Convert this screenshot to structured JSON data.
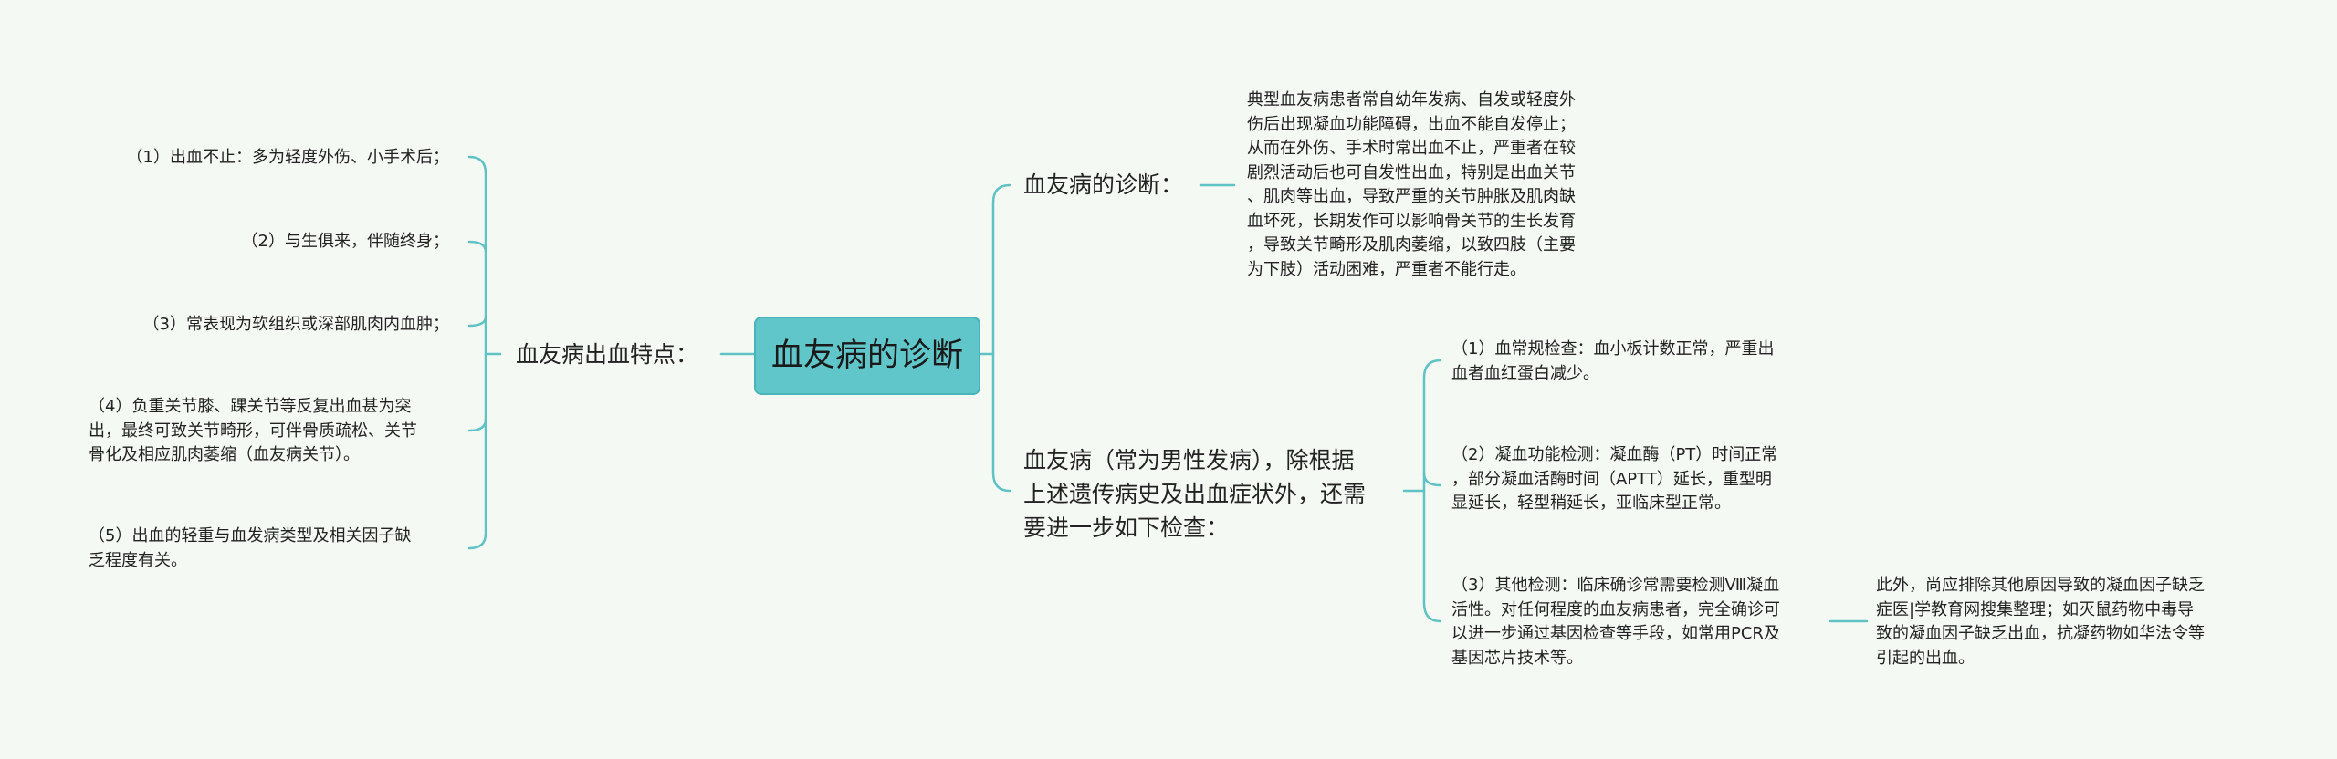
{
  "root": {
    "label": "血友病的诊断"
  },
  "left_branch": {
    "label": "血友病出血特点：",
    "items": [
      {
        "text": "（1）出血不止：多为轻度外伤、小手术后；"
      },
      {
        "text": "（2）与生俱来，伴随终身；"
      },
      {
        "text": "（3）常表现为软组织或深部肌肉内血肿；"
      },
      {
        "text": "（4）负重关节膝、踝关节等反复出血甚为突\n出，最终可致关节畸形，可伴骨质疏松、关节\n骨化及相应肌肉萎缩（血友病关节）。"
      },
      {
        "text": "（5）出血的轻重与血发病类型及相关因子缺\n乏程度有关。"
      }
    ]
  },
  "right_top_branch": {
    "label": "血友病的诊断：",
    "detail": "典型血友病患者常自幼年发病、自发或轻度外\n伤后出现凝血功能障碍，出血不能自发停止；\n从而在外伤、手术时常出血不止，严重者在较\n剧烈活动后也可自发性出血，特别是出血关节\n、肌肉等出血，导致严重的关节肿胀及肌肉缺\n血坏死，长期发作可以影响骨关节的生长发育\n，导致关节畸形及肌肉萎缩，以致四肢（主要\n为下肢）活动困难，严重者不能行走。"
  },
  "right_bottom_branch": {
    "label": "血友病（常为男性发病），除根据\n上述遗传病史及出血症状外，还需\n要进一步如下检查：",
    "items": [
      {
        "text": "（1）血常规检查：血小板计数正常，严重出\n血者血红蛋白减少。"
      },
      {
        "text": "（2）凝血功能检测：凝血酶（PT）时间正常\n，部分凝血活酶时间（APTT）延长，重型明\n显延长，轻型稍延长，亚临床型正常。"
      },
      {
        "text": "（3）其他检测：临床确诊常需要检测Ⅷ凝血\n活性。对任何程度的血友病患者，完全确诊可\n以进一步通过基因检查等手段，如常用PCR及\n基因芯片技术等。",
        "detail": "此外，尚应排除其他原因导致的凝血因子缺乏\n症医|学教育网搜集整理；如灭鼠药物中毒导\n致的凝血因子缺乏出血，抗凝药物如华法令等\n引起的出血。"
      }
    ]
  },
  "colors": {
    "root_fill": "#61c6c9",
    "connector": "#5fc3c6",
    "background": "#f5f9f3"
  }
}
